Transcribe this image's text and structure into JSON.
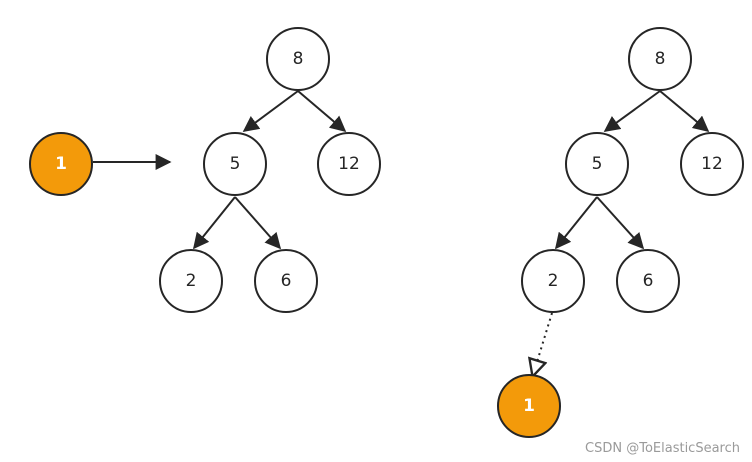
{
  "left_tree": {
    "incoming_node": {
      "label": "1"
    },
    "nodes": {
      "root": {
        "label": "8"
      },
      "left": {
        "label": "5"
      },
      "right": {
        "label": "12"
      },
      "left_left": {
        "label": "2"
      },
      "left_right": {
        "label": "6"
      }
    }
  },
  "right_tree": {
    "nodes": {
      "root": {
        "label": "8"
      },
      "left": {
        "label": "5"
      },
      "right": {
        "label": "12"
      },
      "left_left": {
        "label": "2"
      },
      "left_right": {
        "label": "6"
      },
      "inserted": {
        "label": "1"
      }
    }
  },
  "colors": {
    "new_node_fill": "#f39a0a",
    "node_fill": "#ffffff",
    "stroke": "#262626",
    "watermark": "#9a9a9a"
  },
  "watermark": "CSDN @ToElasticSearch"
}
